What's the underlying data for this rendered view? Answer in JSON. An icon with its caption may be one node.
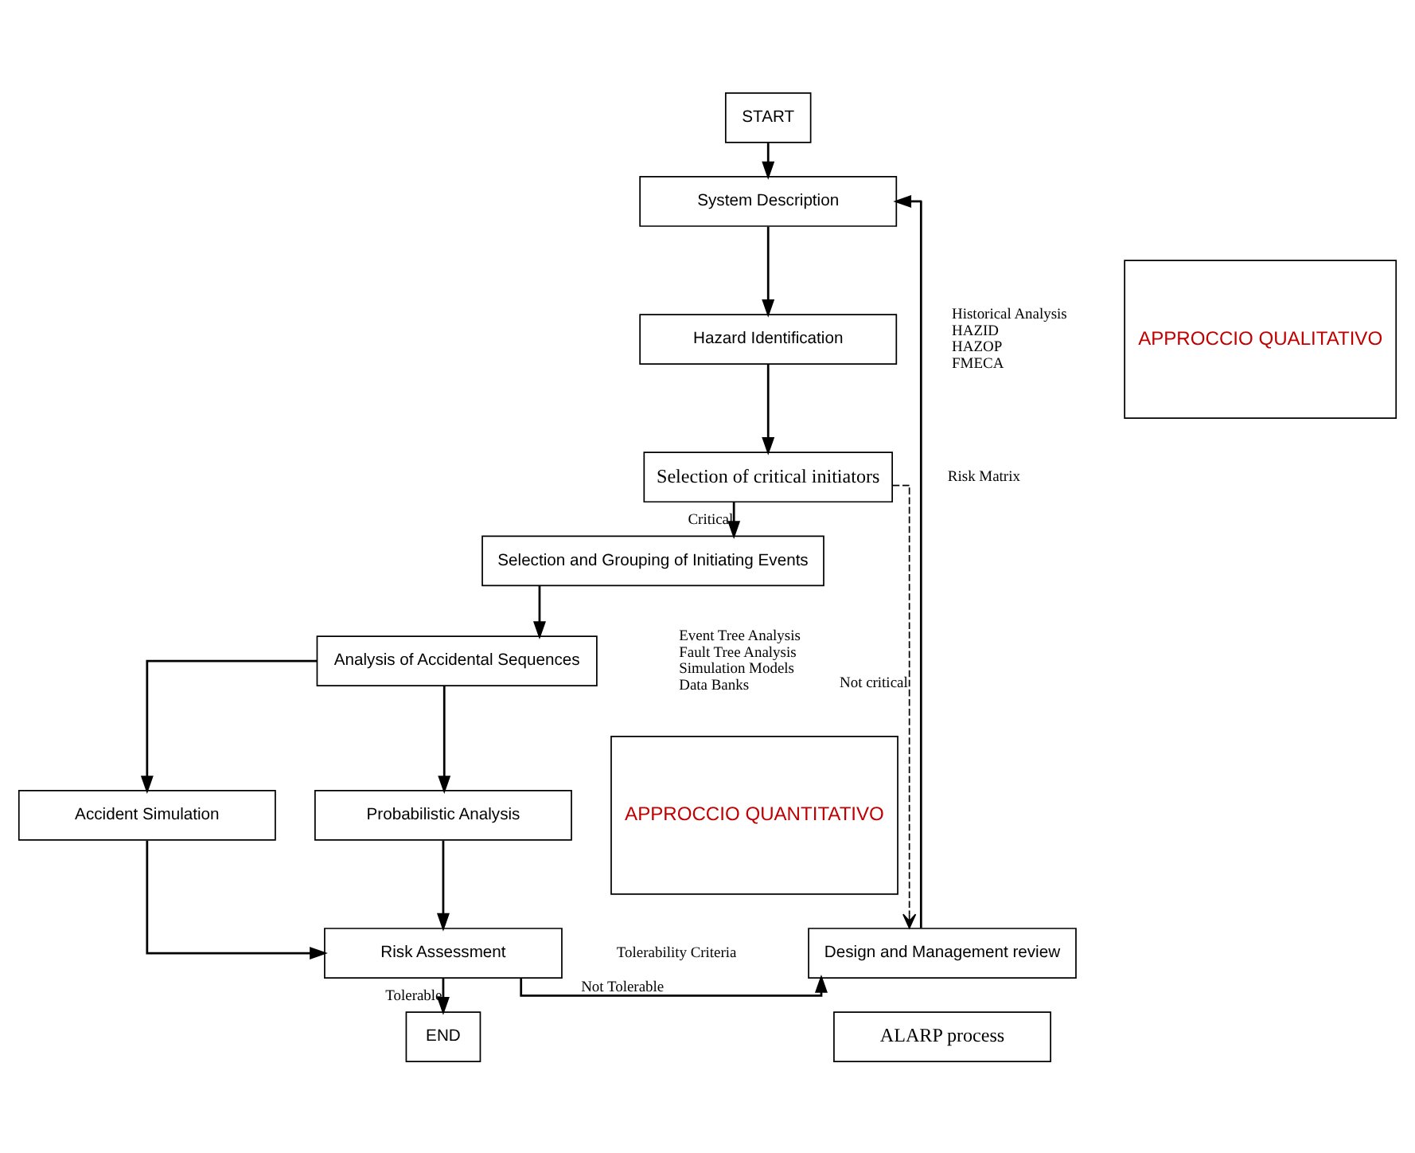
{
  "diagram": {
    "nodes": [
      {
        "text": [
          "START"
        ]
      },
      {
        "text": [
          "System Description"
        ]
      },
      {
        "text": [
          "Hazard Identification"
        ],
        "beside": [
          "Historical Analysis",
          "HAZID",
          "HAZOP",
          "FMECA"
        ]
      },
      {
        "text": [
          "Selection of critical initiators"
        ],
        "beside": [
          "Risk Matrix"
        ]
      },
      {
        "text": [
          "Selection and Grouping of Initiating Events"
        ]
      },
      {
        "text": [
          "Analysis of Accidental Sequences"
        ],
        "beside": [
          "Event Tree Analysis",
          "Fault Tree Analysis",
          "Simulation Models",
          "Data Banks"
        ]
      },
      {
        "text": [
          "Probabilistic Analysis"
        ]
      },
      {
        "text": [
          "Accident Simulation"
        ]
      },
      {
        "text": [
          "Risk Assessment"
        ],
        "beside": [
          "Tolerability Criteria"
        ]
      },
      {
        "text": [
          "END"
        ]
      },
      {
        "text": [
          "Design and Management review"
        ]
      },
      {
        "text": [
          "ALARP process"
        ]
      },
      {
        "text": [
          "APPROCCIO QUALITATIVO"
        ]
      },
      {
        "text": [
          "APPROCCIO QUANTITATIVO"
        ]
      }
    ],
    "edges": [
      {
        "from": 0,
        "to": 1,
        "arrow": "to"
      },
      {
        "from": 1,
        "to": 2,
        "arrow": "to"
      },
      {
        "from": 2,
        "to": 3,
        "arrow": "to"
      },
      {
        "from": 3,
        "to": 4,
        "arrow": "to",
        "label": "Critical"
      },
      {
        "from": 3,
        "to": 10,
        "arrow": "to",
        "label": "Not critical",
        "style": "dashed"
      },
      {
        "from": 4,
        "to": 5,
        "arrow": "to"
      },
      {
        "from": 5,
        "to": 6,
        "arrow": "to"
      },
      {
        "from": 5,
        "to": 7,
        "arrow": "to"
      },
      {
        "from": 6,
        "to": 8,
        "arrow": "to"
      },
      {
        "from": 7,
        "to": 8,
        "arrow": "to"
      },
      {
        "from": 8,
        "to": 10,
        "arrow": "to",
        "label": "Not Tolerable"
      },
      {
        "from": 8,
        "to": 9,
        "arrow": "to",
        "label": "Tolerable"
      },
      {
        "from": 10,
        "to": 1,
        "arrow": "to"
      }
    ]
  }
}
